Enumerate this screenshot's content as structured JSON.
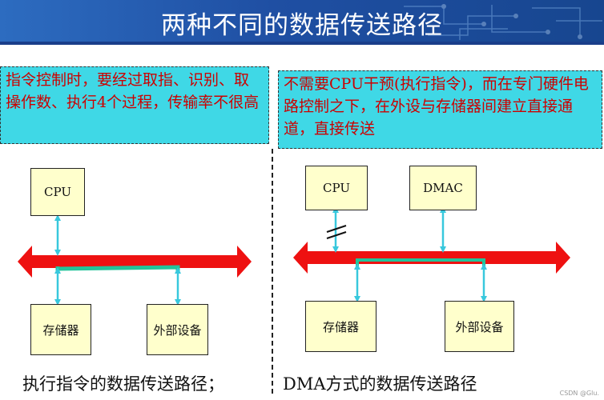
{
  "title": "两种不同的数据传送路径",
  "left_note": "指令控制时，要经过取指、识别、取操作数、执行4个过程，传输率不很高",
  "right_note": "不需要CPU干预(执行指令)，而在专门硬件电路控制之下，在外设与存储器间建立直接通道，直接传送",
  "left_diagram": {
    "cpu": "CPU",
    "memory": "存储器",
    "peripheral": "外部设备",
    "caption": "执行指令的数据传送路径；"
  },
  "right_diagram": {
    "cpu": "CPU",
    "dmac": "DMAC",
    "memory": "存储器",
    "peripheral": "外部设备",
    "caption": "DMA方式的数据传送路径"
  },
  "watermark": "CSDN @Glu.",
  "colors": {
    "header": "#1f4fa3",
    "bus": "#ee1111",
    "path": "#22c49a",
    "arrow": "#38c8dd",
    "note_bg": "#3fd8e6",
    "note_text": "#cc0000",
    "box_bg": "#ffffcc"
  }
}
